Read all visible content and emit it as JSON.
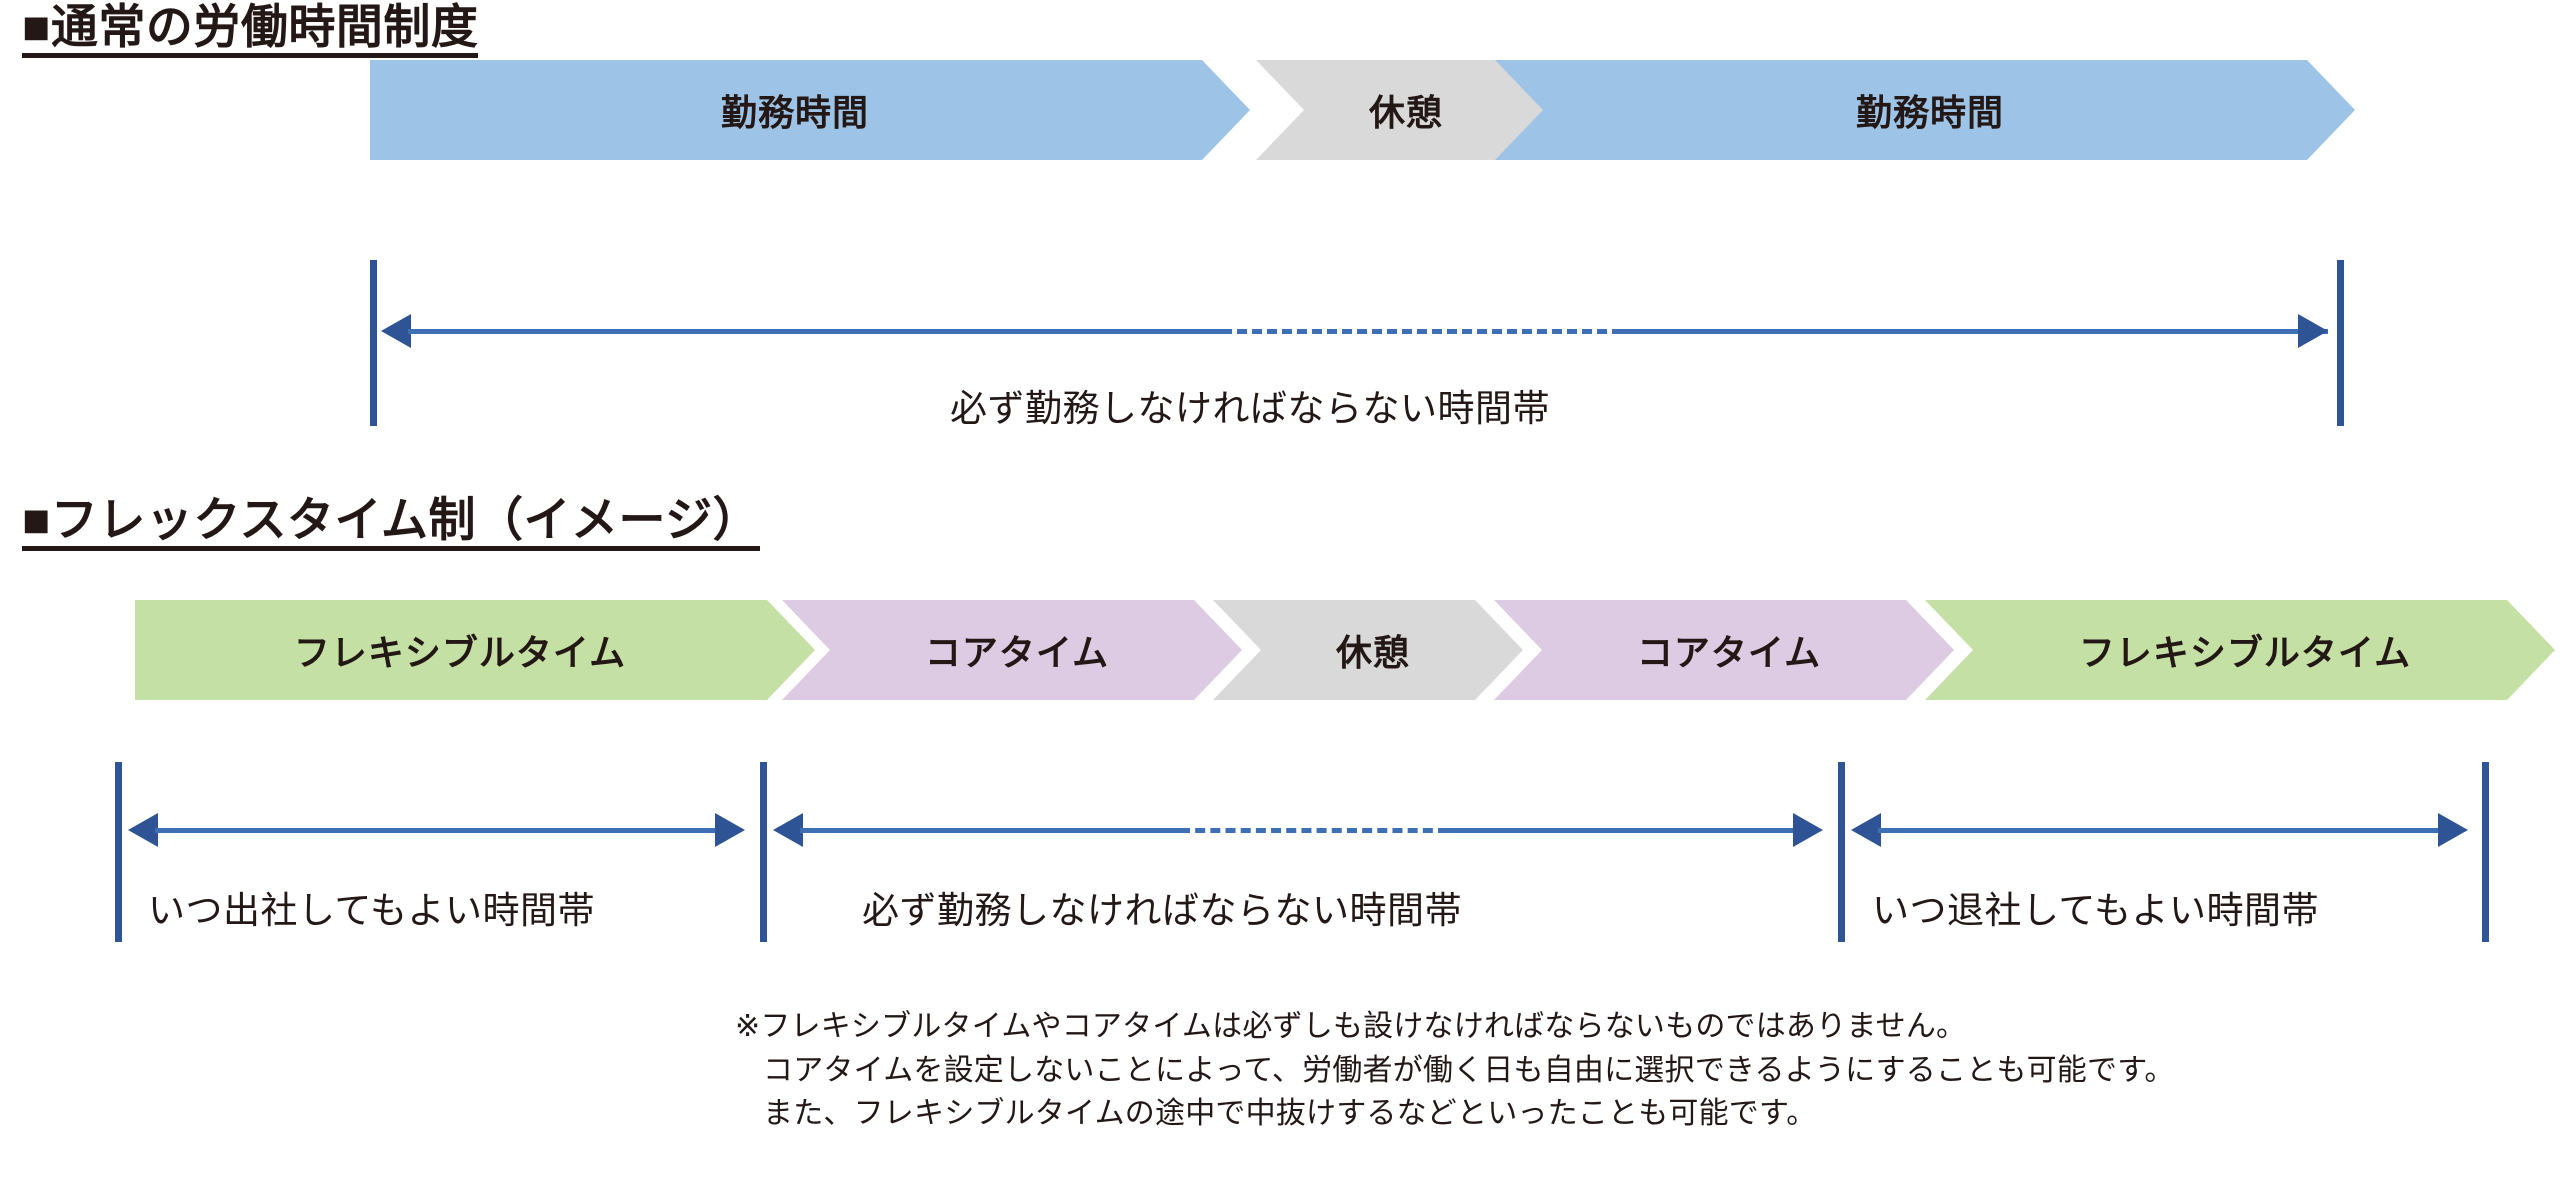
{
  "document": {
    "title": "労働時間制度の比較図",
    "colors": {
      "work_blue": "#9dc3e6",
      "break_gray": "#d9d9d9",
      "flexible_green": "#c5e0a5",
      "core_purple": "#ddcbe4",
      "arrow_blue": "#2e5496",
      "arrow_line_blue": "#3d6fb4",
      "text_black": "#231815"
    }
  },
  "section_normal": {
    "heading": "■通常の労働時間制度",
    "chevrons": [
      {
        "label": "勤務時間",
        "color": "#9dc3e6",
        "kind": "work"
      },
      {
        "label": "休憩",
        "color": "#d9d9d9",
        "kind": "break"
      },
      {
        "label": "勤務時間",
        "color": "#9dc3e6",
        "kind": "work"
      }
    ],
    "measure": {
      "caption": "必ず勤務しなければならない時間帯",
      "arrow": "double-headed",
      "line_style": "solid-with-dashed-middle"
    }
  },
  "section_flex": {
    "heading": "■フレックスタイム制（イメージ）",
    "chevrons": [
      {
        "label": "フレキシブルタイム",
        "color": "#c5e0a5",
        "kind": "flexible"
      },
      {
        "label": "コアタイム",
        "color": "#ddcbe4",
        "kind": "core"
      },
      {
        "label": "休憩",
        "color": "#d9d9d9",
        "kind": "break"
      },
      {
        "label": "コアタイム",
        "color": "#ddcbe4",
        "kind": "core"
      },
      {
        "label": "フレキシブルタイム",
        "color": "#c5e0a5",
        "kind": "flexible"
      }
    ],
    "measures": [
      {
        "caption": "いつ出社してもよい時間帯",
        "arrow": "double-headed",
        "line_style": "solid"
      },
      {
        "caption": "必ず勤務しなければならない時間帯",
        "arrow": "double-headed",
        "line_style": "solid-with-dashed-middle"
      },
      {
        "caption": "いつ退社してもよい時間帯",
        "arrow": "double-headed",
        "line_style": "solid"
      }
    ]
  },
  "footnote": {
    "line1": "※フレキシブルタイムやコアタイムは必ずしも設けなければならないものではありません。",
    "line2": "コアタイムを設定しないことによって、労働者が働く日も自由に選択できるようにすることも可能です。",
    "line3": "また、フレキシブルタイムの途中で中抜けするなどといったことも可能です。"
  }
}
